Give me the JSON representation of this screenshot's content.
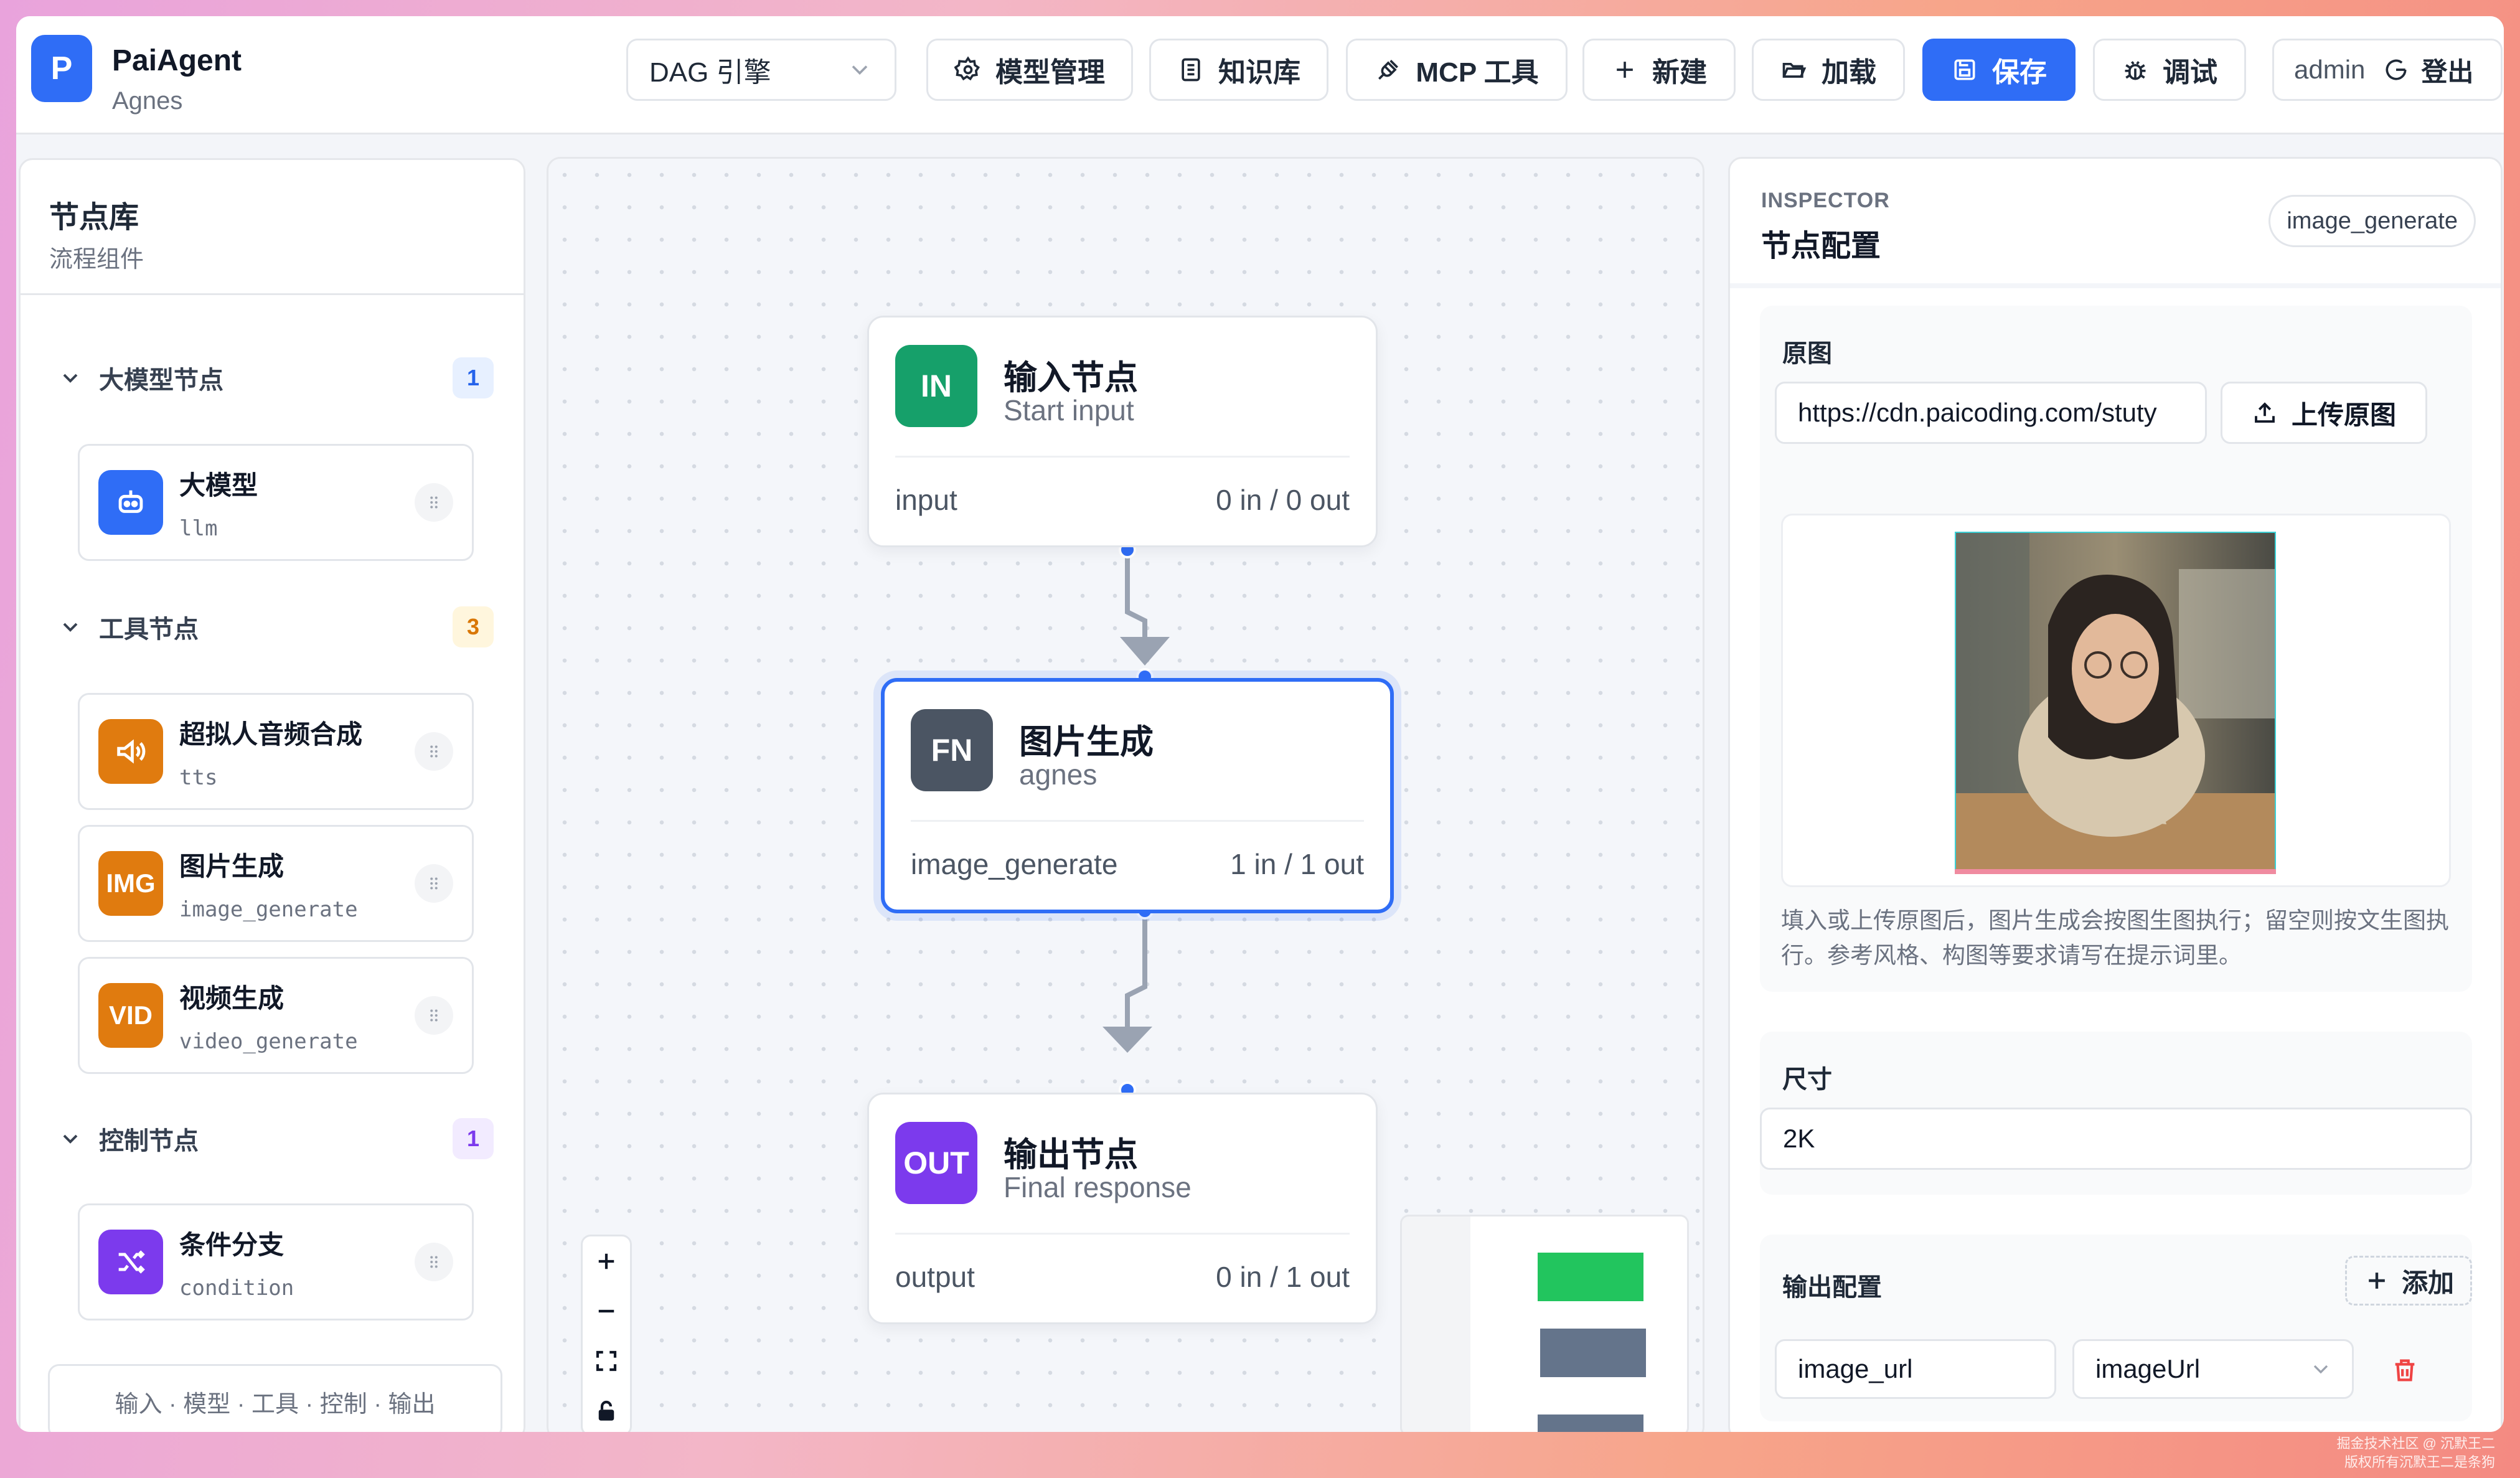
{
  "app": {
    "logo_letter": "P",
    "title": "PaiAgent",
    "subtitle": "Agnes"
  },
  "toolbar": {
    "engine": "DAG 引擎",
    "model_mgmt": "模型管理",
    "knowledge": "知识库",
    "mcp": "MCP 工具",
    "new": "新建",
    "load": "加载",
    "save": "保存",
    "debug": "调试",
    "user": "admin",
    "logout": "登出"
  },
  "library": {
    "title": "节点库",
    "subtitle": "流程组件",
    "groups": [
      {
        "name": "大模型节点",
        "count": "1",
        "color": "#2563eb",
        "bg": "#e7f0ff",
        "items": [
          {
            "icon": "robot-icon",
            "name": "大模型",
            "code": "llm",
            "color": "#2f6df6"
          }
        ]
      },
      {
        "name": "工具节点",
        "count": "3",
        "color": "#d97706",
        "bg": "#fff6dd",
        "items": [
          {
            "icon": "speaker-icon",
            "name": "超拟人音频合成",
            "code": "tts",
            "color": "#e07b0f"
          },
          {
            "icon_text": "IMG",
            "name": "图片生成",
            "code": "image_generate",
            "color": "#e07b0f"
          },
          {
            "icon_text": "VID",
            "name": "视频生成",
            "code": "video_generate",
            "color": "#e07b0f"
          }
        ]
      },
      {
        "name": "控制节点",
        "count": "1",
        "color": "#7c3aed",
        "bg": "#f2ebff",
        "items": [
          {
            "icon": "shuffle-icon",
            "name": "条件分支",
            "code": "condition",
            "color": "#7c3aed"
          }
        ]
      }
    ],
    "legend": "输入 · 模型 · 工具 · 控制 · 输出"
  },
  "canvas": {
    "nodes": [
      {
        "id": "input",
        "badge": "IN",
        "title": "输入节点",
        "subtitle": "Start input",
        "kind": "input",
        "ports": "0 in / 0 out",
        "color": "#16a06a"
      },
      {
        "id": "fn",
        "badge": "FN",
        "title": "图片生成",
        "subtitle": "agnes",
        "kind": "image_generate",
        "ports": "1 in / 1 out",
        "color": "#4b5563"
      },
      {
        "id": "output",
        "badge": "OUT",
        "title": "输出节点",
        "subtitle": "Final response",
        "kind": "output",
        "ports": "0 in / 1 out",
        "color": "#7c3aed"
      }
    ],
    "minimap_colors": [
      "#22c55e",
      "#64748b",
      "#64748b"
    ]
  },
  "inspector": {
    "overline": "INSPECTOR",
    "title": "节点配置",
    "node_chip": "image_generate",
    "source_label": "原图",
    "source_url": "https://cdn.paicoding.com/stuty",
    "upload_label": "上传原图",
    "hint": "填入或上传原图后，图片生成会按图生图执行；留空则按文生图执行。参考风格、构图等要求请写在提示词里。",
    "size_label": "尺寸",
    "size_value": "2K",
    "output_label": "输出配置",
    "add_label": "添加",
    "output_name": "image_url",
    "output_type": "imageUrl"
  },
  "watermark": {
    "line1": "掘金技术社区 @ 沉默王二",
    "line2": "版权所有沉默王二是条狗"
  }
}
